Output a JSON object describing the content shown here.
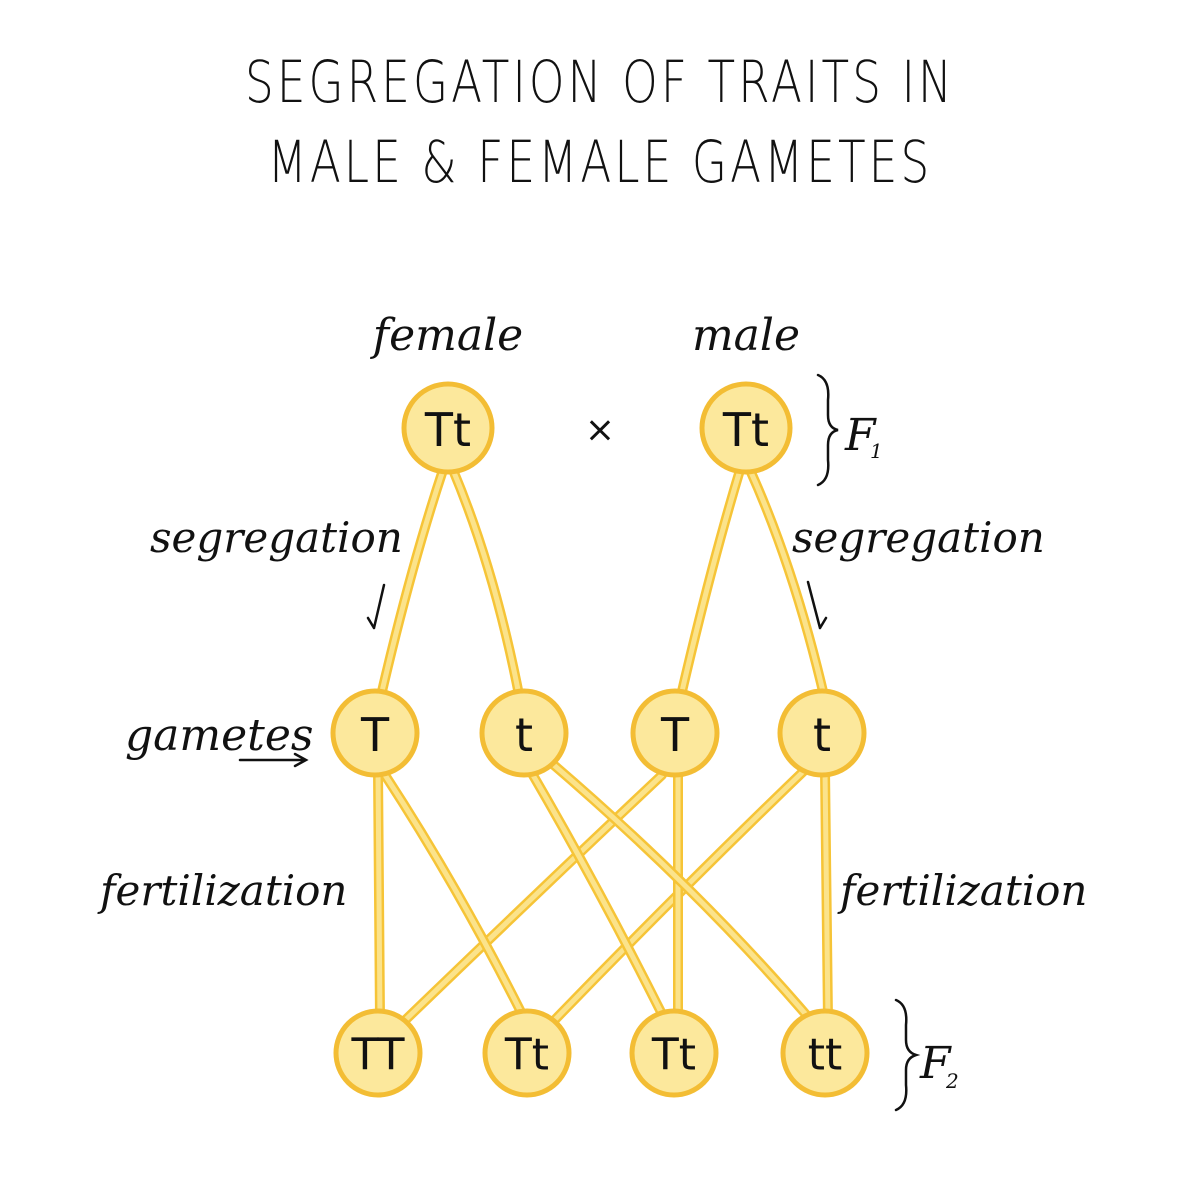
{
  "title": {
    "line1": "SEGREGATION OF TRAITS IN",
    "line2": "MALE & FEMALE GAMETES"
  },
  "labels": {
    "female": "female",
    "male": "male",
    "cross": "×",
    "segregation_left": "segregation",
    "segregation_right": "segregation",
    "gametes": "gametes",
    "fertilization_left": "fertilization",
    "fertilization_right": "fertilization",
    "f1": "F",
    "f1_sub": "1",
    "f2": "F",
    "f2_sub": "2"
  },
  "parents": [
    {
      "id": "female",
      "genotype": "Tt"
    },
    {
      "id": "male",
      "genotype": "Tt"
    }
  ],
  "gametes": [
    {
      "parent": "female",
      "allele": "T"
    },
    {
      "parent": "female",
      "allele": "t"
    },
    {
      "parent": "male",
      "allele": "T"
    },
    {
      "parent": "male",
      "allele": "t"
    }
  ],
  "offspring": [
    {
      "genotype": "TT"
    },
    {
      "genotype": "Tt"
    },
    {
      "genotype": "Tt"
    },
    {
      "genotype": "tt"
    }
  ],
  "colors": {
    "node_fill": "#fce89c",
    "node_stroke": "#f3bd34",
    "branch": "#f6c437",
    "ink": "#111111"
  }
}
